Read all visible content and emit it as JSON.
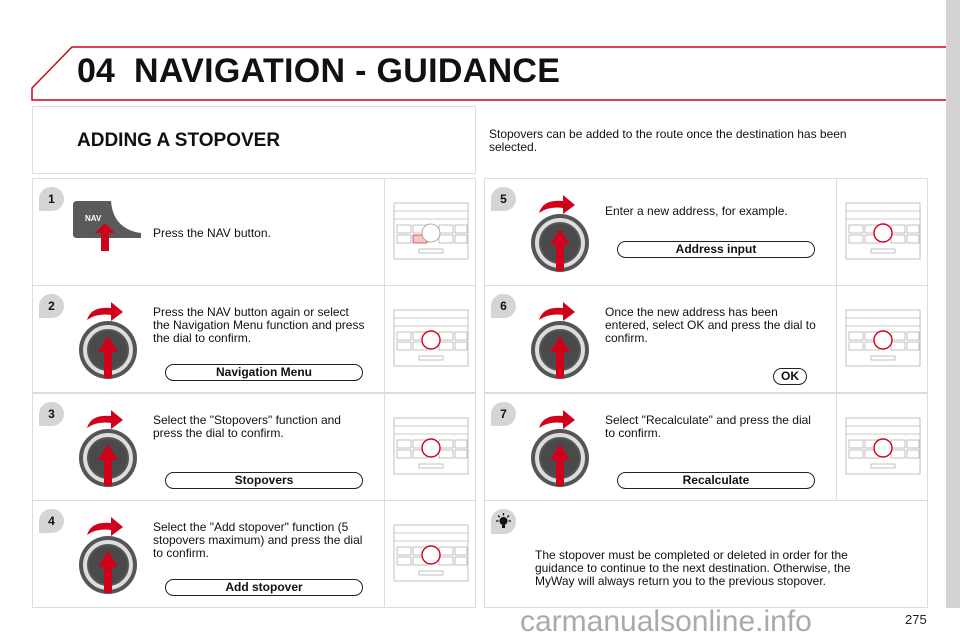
{
  "header": {
    "chapter": "04",
    "title": "NAVIGATION - GUIDANCE"
  },
  "section_title": "ADDING A STOPOVER",
  "intro": "Stopovers can be added to the route once the destination has been selected.",
  "steps": [
    {
      "num": "1",
      "icon": "nav-button",
      "text": "Press the NAV button.",
      "nav_label": "NAV"
    },
    {
      "num": "2",
      "icon": "dial",
      "text": "Press the NAV button again or select the Navigation Menu function and press the dial to confirm.",
      "pill": "Navigation Menu"
    },
    {
      "num": "3",
      "icon": "dial",
      "text": "Select the \"Stopovers\" function and press the dial to confirm.",
      "pill": "Stopovers"
    },
    {
      "num": "4",
      "icon": "dial",
      "text": "Select the \"Add stopover\" function (5 stopovers maximum) and press the dial to confirm.",
      "pill": "Add stopover"
    },
    {
      "num": "5",
      "icon": "dial",
      "text": "Enter a new address, for example.",
      "pill": "Address input"
    },
    {
      "num": "6",
      "icon": "dial",
      "text": "Once the new address has been entered, select OK and press the dial to confirm.",
      "ok": "OK"
    },
    {
      "num": "7",
      "icon": "dial",
      "text": "Select \"Recalculate\" and press the dial to confirm.",
      "pill": "Recalculate"
    }
  ],
  "tip": "The stopover must be completed or deleted in order for the guidance to continue to the next destination. Otherwise, the MyWay will always return you to the previous stopover.",
  "page_number": "275",
  "watermark": "carmanualsonline.info",
  "colors": {
    "accent": "#d0021b",
    "border": "#dddddd",
    "badge": "#d5d5d7"
  }
}
